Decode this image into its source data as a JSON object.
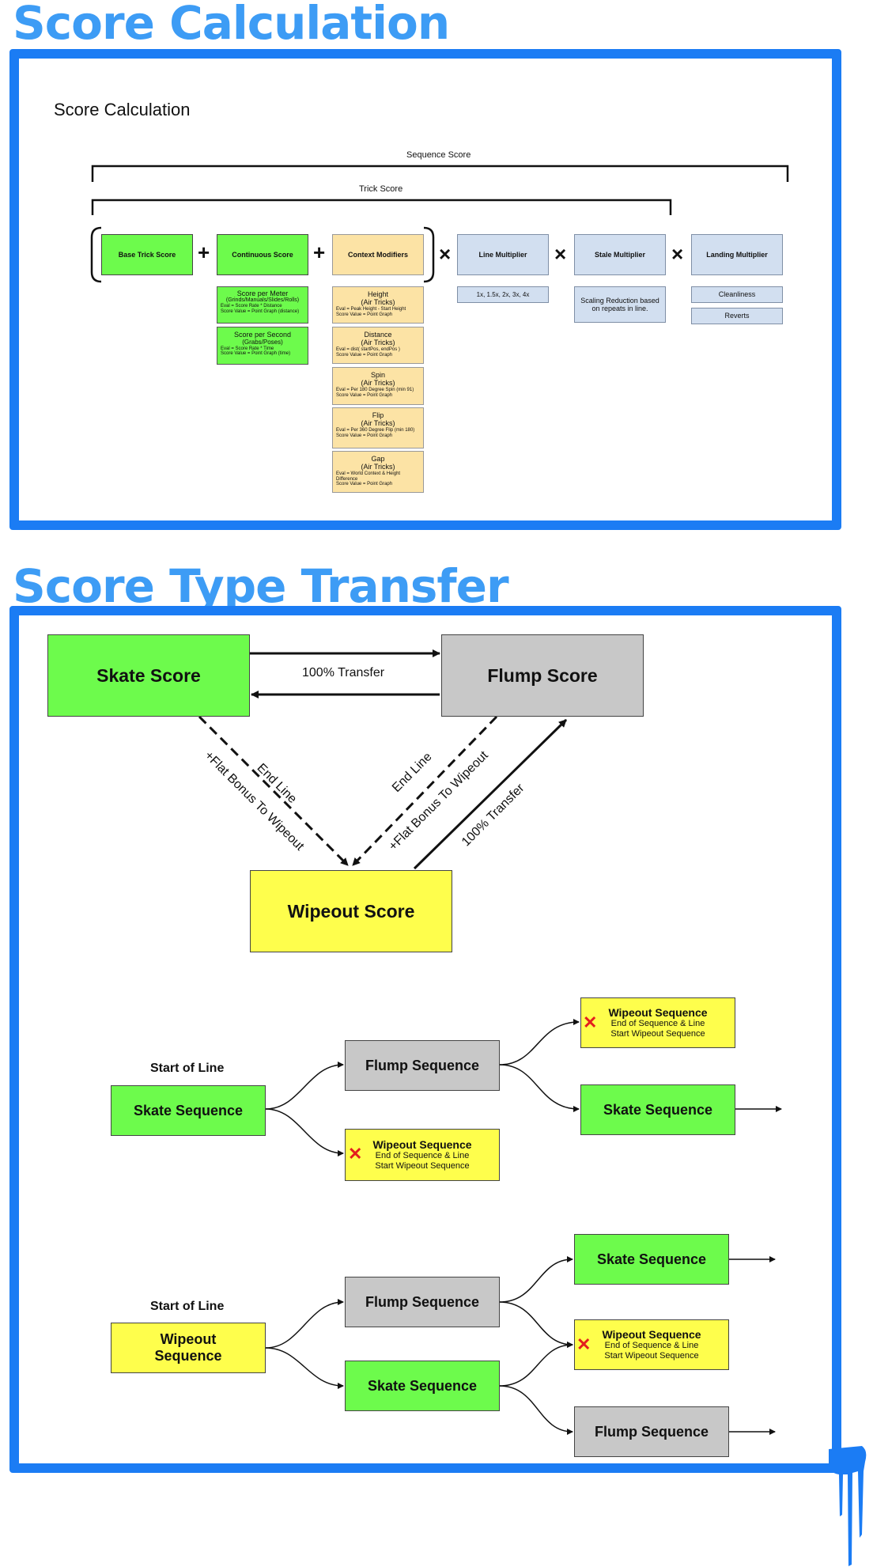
{
  "section1": {
    "heading": "Score Calculation",
    "inner_title": "Score Calculation",
    "sequence_score_label": "Sequence Score",
    "trick_score_label": "Trick Score",
    "base_trick_score": "Base Trick Score",
    "continuous_score": "Continuous Score",
    "context_modifiers": "Context Modifiers",
    "line_multiplier": "Line Multiplier",
    "stale_multiplier": "Stale Multiplier",
    "landing_multiplier": "Landing Multiplier",
    "operators": {
      "plus": "+",
      "times": "×"
    },
    "continuous_items": [
      {
        "title": "Score per Meter",
        "subtitle": "(Grinds/Manuals/Slides/Rolls)",
        "line1": "Eval = Score Rate * Distance",
        "line2": "Score Value = Point Graph (distance)"
      },
      {
        "title": "Score per Second",
        "subtitle": "(Grabs/Poses)",
        "line1": "Eval = Score Rate * Time",
        "line2": "Score Value = Point Graph (time)"
      }
    ],
    "context_items": [
      {
        "title": "Height",
        "subtitle": "(Air Tricks)",
        "line1": "Eval = Peak Height - Start Height",
        "line2": "Score Value = Point Graph"
      },
      {
        "title": "Distance",
        "subtitle": "(Air Tricks)",
        "line1": "Eval = dist( startPos, endPos )",
        "line2": "Score Value = Point Graph"
      },
      {
        "title": "Spin",
        "subtitle": "(Air Tricks)",
        "line1": "Eval = Per 180 Degree Spin (min 91)",
        "line2": "Score Value = Point Graph"
      },
      {
        "title": "Flip",
        "subtitle": "(Air Tricks)",
        "line1": "Eval = Per 360 Degree Flip (min 180)",
        "line2": "Score Value = Point Graph"
      },
      {
        "title": "Gap",
        "subtitle": "(Air Tricks)",
        "line1": "Eval = World Context & Height",
        "line1b": "Difference",
        "line2": "Score Value = Point Graph"
      }
    ],
    "line_multiplier_values": "1x, 1.5x, 2x, 3x, 4x",
    "stale_note": "Scaling Reduction based on repeats in line.",
    "landing_items": [
      "Cleanliness",
      "Reverts"
    ]
  },
  "section2": {
    "heading": "Score Type Transfer",
    "skate_score": "Skate Score",
    "flump_score": "Flump Score",
    "wipeout_score": "Wipeout Score",
    "transfer_label": "100% Transfer",
    "end_line": "End Line",
    "flat_bonus": "+Flat Bonus To Wipeout",
    "flow1": {
      "start_label": "Start of Line",
      "start": "Skate Sequence",
      "flump": "Flump Sequence",
      "wipeout_title": "Wipeout Sequence",
      "wipeout_line1": "End of Sequence & Line",
      "wipeout_line2": "Start Wipeout Sequence",
      "skate": "Skate Sequence"
    },
    "flow2": {
      "start_label": "Start of Line",
      "start": "Wipeout Sequence",
      "flump": "Flump Sequence",
      "skate_mid": "Skate Sequence",
      "skate_out": "Skate Sequence",
      "wipeout_title": "Wipeout Sequence",
      "wipeout_line1": "End of Sequence & Line",
      "wipeout_line2": "Start Wipeout Sequence",
      "flump_out": "Flump Sequence"
    },
    "x_mark": "✕"
  },
  "colors": {
    "accent_blue": "#3d9cf5",
    "frame_blue": "#1b7cf4",
    "green": "#6dfb4c",
    "gray": "#c8c8c8",
    "yellow": "#fefe4c",
    "tan": "#fce3a5",
    "light_blue": "#d2dff0",
    "x_red": "#e31e1e"
  }
}
